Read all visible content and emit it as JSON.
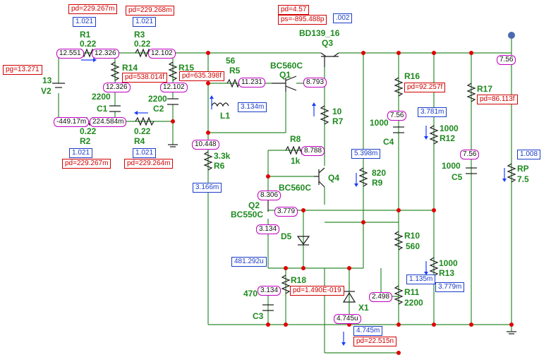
{
  "components": {
    "R1": {
      "name": "R1",
      "value": "0.22"
    },
    "R2": {
      "name": "R2",
      "value": "0.22"
    },
    "R3": {
      "name": "R3",
      "value": "0.22"
    },
    "R4": {
      "name": "R4",
      "value": "0.22"
    },
    "R5": {
      "name": "R5",
      "value": "56"
    },
    "R6": {
      "name": "R6",
      "value": "3.3k"
    },
    "R7": {
      "name": "R7",
      "value": "10"
    },
    "R8": {
      "name": "R8",
      "value": "1k"
    },
    "R9": {
      "name": "R9",
      "value": "820"
    },
    "R10": {
      "name": "R10",
      "value": "560"
    },
    "R11": {
      "name": "R11",
      "value": "2200"
    },
    "R12": {
      "name": "R12",
      "value": "1000"
    },
    "R13": {
      "name": "R13",
      "value": "1000"
    },
    "R14": {
      "name": "R14"
    },
    "R15": {
      "name": "R15"
    },
    "R16": {
      "name": "R16"
    },
    "R17": {
      "name": "R17"
    },
    "R18": {
      "name": "R18"
    },
    "RP": {
      "name": "RP",
      "value": "7.5"
    },
    "C1": {
      "name": "C1",
      "value": "2200"
    },
    "C2": {
      "name": "C2",
      "value": "2200"
    },
    "C3": {
      "name": "C3",
      "value": "470"
    },
    "C4": {
      "name": "C4",
      "value": "1000"
    },
    "C5": {
      "name": "C5",
      "value": "1000"
    },
    "V2": {
      "name": "V2",
      "value": "13"
    },
    "L1": {
      "name": "L1"
    },
    "Q1": {
      "name": "Q1",
      "value": "BC560C"
    },
    "Q2": {
      "name": "Q2",
      "value": "BC550C"
    },
    "Q3": {
      "name": "Q3",
      "value": "BD139_16"
    },
    "Q4": {
      "name": "Q4",
      "value": "BC560C"
    },
    "D5": {
      "name": "D5"
    },
    "X1": {
      "name": "X1"
    }
  },
  "voltages": {
    "n1": "12.551",
    "n2": "12.326",
    "n3": "12.102",
    "n4": "12.326",
    "n5": "12.102",
    "n6": "-449.17m",
    "n7": "224.584m",
    "n8": "11.231",
    "n9": "8.793",
    "n10": "10.448",
    "n11": "8.788",
    "n12": "8.306",
    "n13": "3.779",
    "n14": "3.134",
    "n15": "3.134",
    "n16": "7.56",
    "n17": "7.56",
    "n18": "7.56",
    "n19": "2.498",
    "n20": "4.745u"
  },
  "currents": {
    "i1": "1.021",
    "i2": "1.021",
    "i3": "1.021",
    "i4": "1.021",
    "i5": ".002",
    "i6": "3.134m",
    "i7": "3.166m",
    "i8": "5.398m",
    "i9": "3.781m",
    "i10": "1.008",
    "i11": "481.292u",
    "i12": "1.135m",
    "i13": "3.779m",
    "i14": "4.745m"
  },
  "powers": {
    "p1": "pd=229.267m",
    "p2": "pd=229.268m",
    "p3": "pg=13.271",
    "p4": "pd=538.014f",
    "p5": "pd=635.398f",
    "p6": "pd=229.267m",
    "p7": "pd=229.264m",
    "p8": "pd=92.257f",
    "p9": "pd=86.113f",
    "p10": "pd=1.490E-019",
    "p11": "pd=22.515n",
    "q3_pd": "pd=4.57",
    "q3_ps": "ps=-895.488p"
  },
  "colors": {
    "wire": "#2e8b2e",
    "label": "#1e8a1e",
    "node": "#e00000",
    "current": "#1a3cc8",
    "power": "#d00000",
    "voltage_border": "#c000c0"
  }
}
